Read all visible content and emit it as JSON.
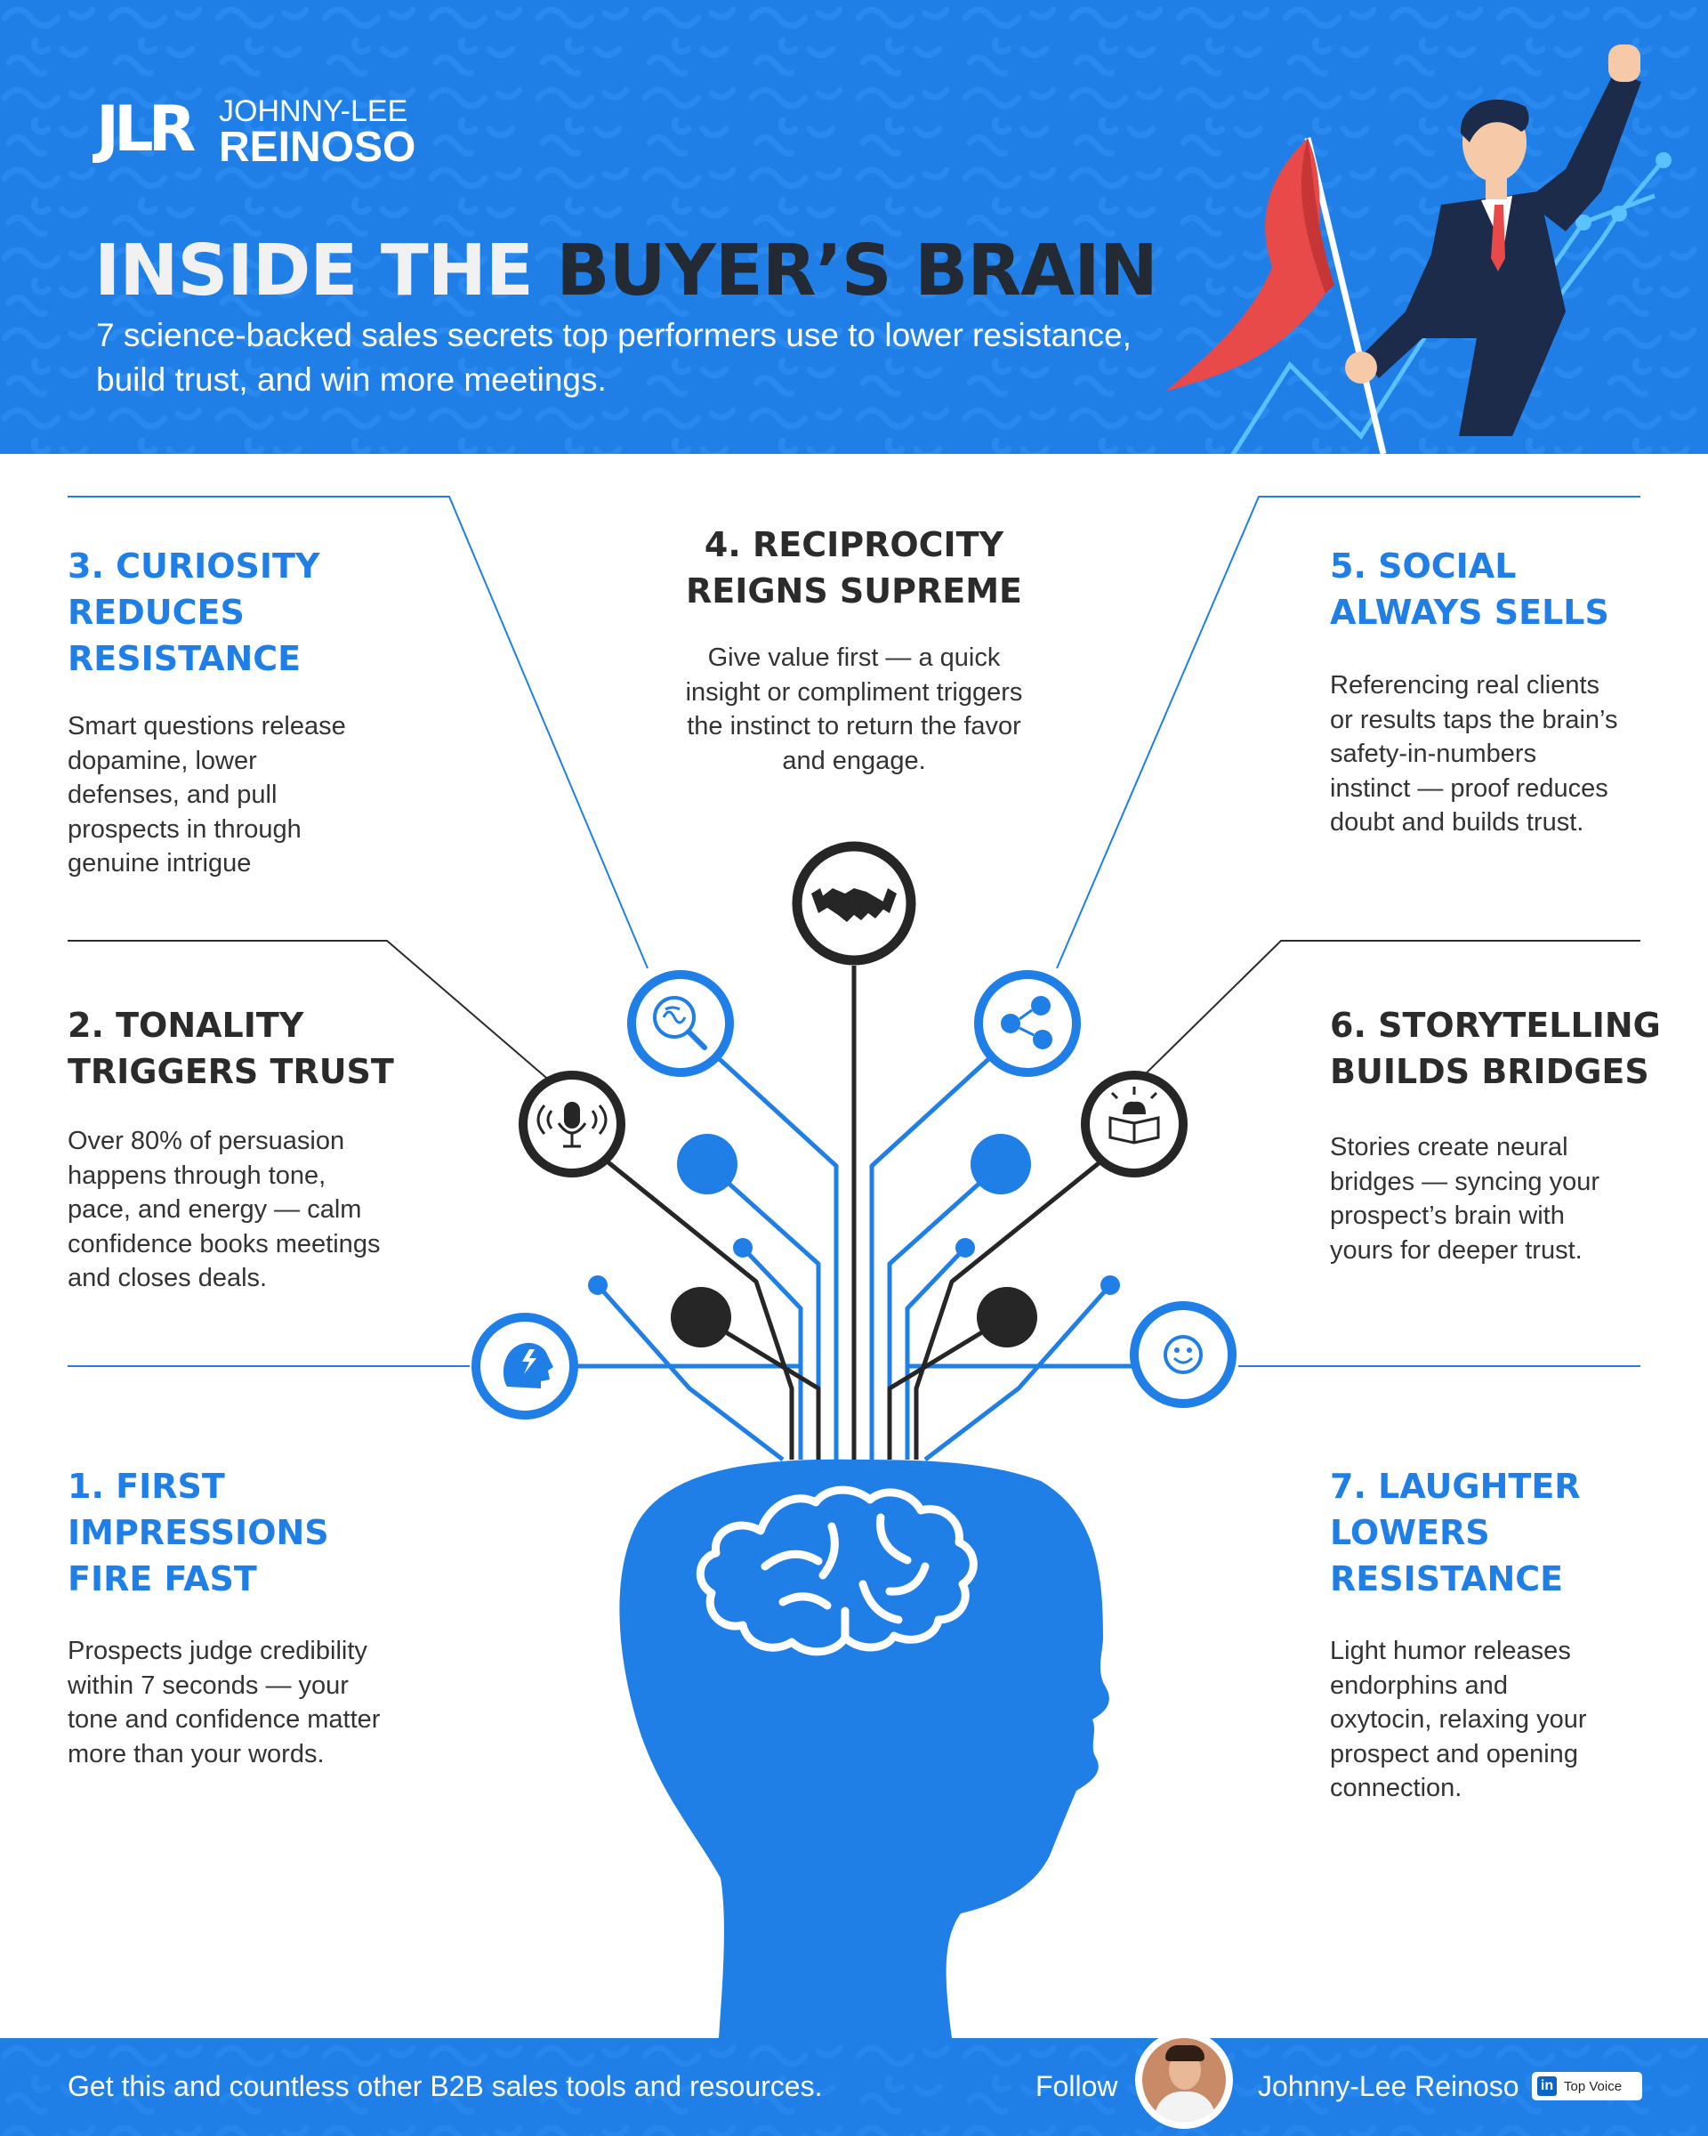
{
  "brand": {
    "logo_mark": "JLR",
    "name_line_1": "JOHNNY-LEE",
    "name_line_2": "REINOSO"
  },
  "header": {
    "title_part_1": "INSIDE THE",
    "title_part_2": "BUYER’S BRAIN",
    "subtitle": "7 science-backed sales secrets top performers use to lower resistance, build trust, and win more meetings."
  },
  "sections": {
    "s1": {
      "title_lines": [
        "1. FIRST",
        "IMPRESSIONS",
        "FIRE FAST"
      ],
      "body_lines": [
        "Prospects judge credibility",
        "within 7 seconds — your",
        "tone and confidence matter",
        "more than your words."
      ],
      "icon": "head-lightning-icon"
    },
    "s2": {
      "title_lines": [
        "2. TONALITY",
        "TRIGGERS TRUST"
      ],
      "body_lines": [
        "Over 80% of persuasion",
        "happens through tone,",
        "pace, and energy — calm",
        "confidence books meetings",
        "and closes deals."
      ],
      "icon": "microphone-icon"
    },
    "s3": {
      "title_lines": [
        "3. CURIOSITY",
        "REDUCES",
        "RESISTANCE"
      ],
      "body_lines": [
        "Smart questions release",
        "dopamine, lower",
        "defenses, and pull",
        "prospects in through",
        "genuine intrigue"
      ],
      "icon": "brain-magnifier-icon"
    },
    "s4": {
      "title_lines": [
        "4. RECIPROCITY",
        "REIGNS SUPREME"
      ],
      "body_lines": [
        "Give value first — a quick",
        "insight or compliment triggers",
        "the instinct to return the favor",
        "and engage."
      ],
      "icon": "handshake-icon"
    },
    "s5": {
      "title_lines": [
        "5. SOCIAL",
        "ALWAYS SELLS"
      ],
      "body_lines": [
        "Referencing real clients",
        "or results taps the brain’s",
        "safety-in-numbers",
        "instinct — proof reduces",
        "doubt and builds trust."
      ],
      "icon": "network-people-icon"
    },
    "s6": {
      "title_lines": [
        "6. STORYTELLING",
        "BUILDS BRIDGES"
      ],
      "body_lines": [
        "Stories create neural",
        "bridges — syncing your",
        "prospect’s brain with",
        "yours for deeper trust."
      ],
      "icon": "book-brain-icon"
    },
    "s7": {
      "title_lines": [
        "7. LAUGHTER",
        "LOWERS",
        "RESISTANCE"
      ],
      "body_lines": [
        "Light humor releases",
        "endorphins and",
        "oxytocin, relaxing your",
        "prospect and opening",
        "connection."
      ],
      "icon": "smiley-icon"
    }
  },
  "footer": {
    "cta": "Get this and countless other B2B sales tools and resources.",
    "follow_label": "Follow",
    "name": "Johnny-Lee Reinoso",
    "badge_logo": "in",
    "badge_text": "Top Voice"
  },
  "colors": {
    "brand_blue": "#1f7fe6",
    "dark": "#232a33",
    "accent_red": "#e84a4a"
  }
}
